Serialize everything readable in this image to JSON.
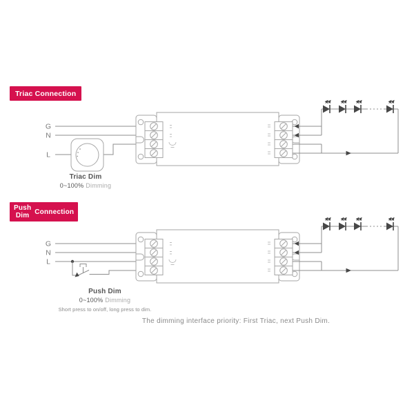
{
  "colors": {
    "badge-bg": "#d5114e",
    "badge-text": "#ffffff",
    "wire": "#8c8c8c",
    "outline": "#a6a6a6",
    "dark": "#474747",
    "label": "#7a7a7a",
    "caption": "#555555",
    "muted": "#ababab",
    "note": "#8a8a8a"
  },
  "triac_section": {
    "badge": "Triac Connection",
    "inputs": [
      "G",
      "N",
      "L"
    ],
    "dimmer_label": "Triac Dim",
    "dimmer_range": "0~100%",
    "dimmer_mode": "Dimming"
  },
  "push_section": {
    "badge_word1": "Push",
    "badge_word2": "Dim",
    "badge_word3": "Connection",
    "inputs": [
      "G",
      "N",
      "L"
    ],
    "dimmer_label": "Push Dim",
    "dimmer_range": "0~100%",
    "dimmer_mode": "Dimming",
    "hint": "Short press to on/off, long press to dim."
  },
  "footer": {
    "note": "The dimming interface priority: First  Triac, next Push Dim."
  }
}
